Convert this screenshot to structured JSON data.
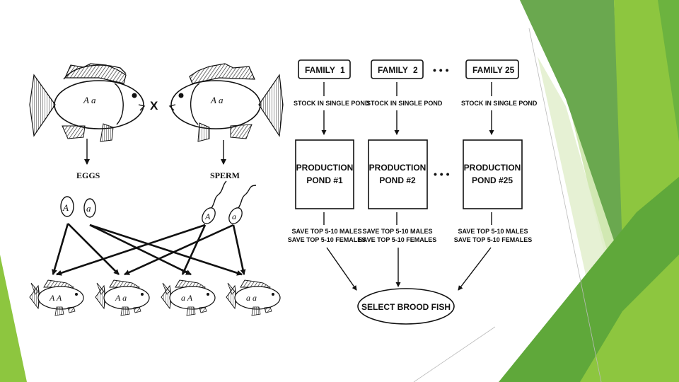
{
  "cross": {
    "cross_symbol": "X",
    "left_parent_genotype": "A a",
    "right_parent_genotype": "A a",
    "eggs_label": "EGGS",
    "sperm_label": "SPERM",
    "egg_alleles": [
      "A",
      "a"
    ],
    "sperm_alleles": [
      "A",
      "a"
    ],
    "offspring_genotypes": [
      "A A",
      "A a",
      "a A",
      "a a"
    ]
  },
  "flow": {
    "families": [
      {
        "label": "FAMILY",
        "number": "1"
      },
      {
        "label": "FAMILY",
        "number": "2"
      },
      {
        "label": "FAMILY",
        "number": "25"
      }
    ],
    "stock_label": "STOCK IN SINGLE POND",
    "ponds": [
      {
        "line1": "PRODUCTION",
        "line2": "POND #1"
      },
      {
        "line1": "PRODUCTION",
        "line2": "POND #2"
      },
      {
        "line1": "PRODUCTION",
        "line2": "POND #25"
      }
    ],
    "save_males": "SAVE TOP 5-10 MALES",
    "save_females": "SAVE TOP 5-10 FEMALES",
    "ellipsis": "• • •",
    "final_label": "SELECT BROOD FISH"
  },
  "colors": {
    "accent_dark": "#4f9a2d",
    "accent_mid": "#6aa84f",
    "accent_light": "#8dc63f",
    "accent_pale": "#c9e4a4"
  }
}
